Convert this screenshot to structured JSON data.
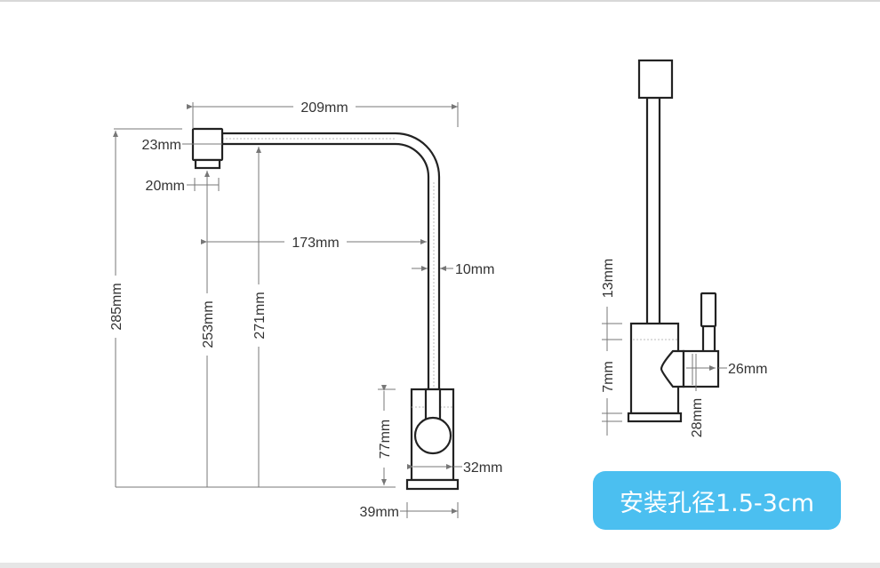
{
  "colors": {
    "badge": "#4bbff0",
    "lines": "#222222",
    "dimension": "#777777"
  },
  "side_view": {
    "width_total": "209mm",
    "nozzle_height": "23mm",
    "nozzle_width": "20mm",
    "total_height": "285mm",
    "nozzle_clearance": "253mm",
    "spout_clearance": "271mm",
    "reach": "173mm",
    "pipe_diameter": "10mm",
    "body_height": "77mm",
    "body_width": "32mm",
    "base_width": "39mm"
  },
  "front_view": {
    "dim_top": "13mm",
    "dim_mid": "7mm",
    "handle_width": "26mm",
    "handle_height": "28mm"
  },
  "badge": {
    "text": "安装孔径1.5-3cm"
  }
}
